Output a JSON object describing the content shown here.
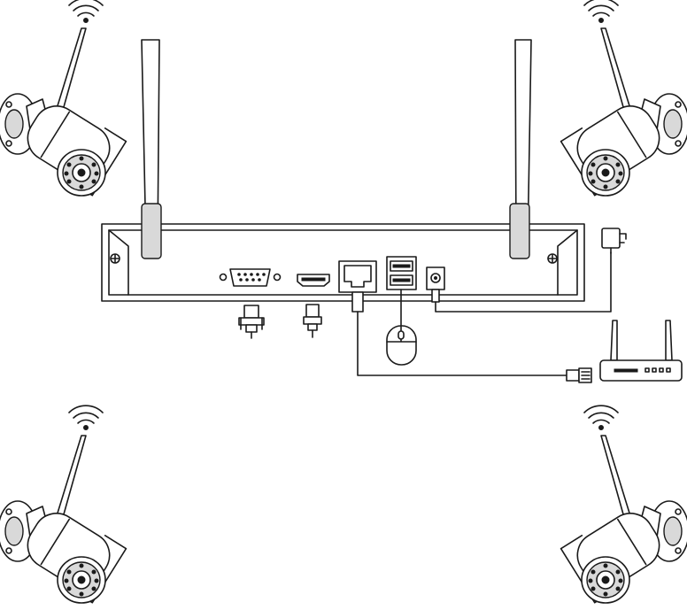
{
  "diagram": {
    "stroke_color": "#1a1a1a",
    "background": "#ffffff",
    "components": {
      "cameras": [
        "wireless-camera-top-left",
        "wireless-camera-top-right",
        "wireless-camera-bottom-left",
        "wireless-camera-bottom-right"
      ],
      "recorder": "nvr",
      "ports": [
        "vga-port",
        "hdmi-port",
        "lan-port",
        "usb-port",
        "dc-power-port"
      ],
      "peripherals": [
        "vga-plug",
        "hdmi-plug",
        "mouse",
        "router",
        "power-adapter",
        "rj45-plug"
      ]
    },
    "icons": [
      "wifi-icon",
      "antenna-icon",
      "screw-icon"
    ]
  }
}
